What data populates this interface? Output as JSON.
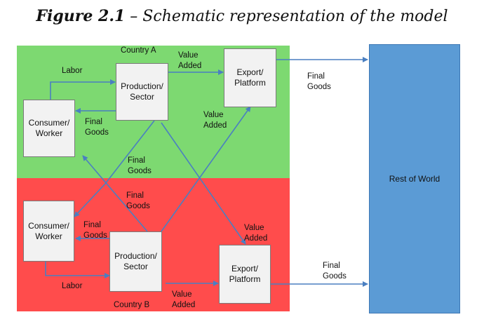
{
  "title": {
    "figure": "Figure 2.1",
    "dash": " – ",
    "caption": "Schematic representation of the model"
  },
  "countries": {
    "a": "Country A",
    "b": "Country B"
  },
  "boxes": {
    "consumer_a": "Consumer/\nWorker",
    "production_a": "Production/\nSector",
    "export_a": "Export/\nPlatform",
    "consumer_b": "Consumer/\nWorker",
    "production_b": "Production/\nSector",
    "export_b": "Export/\nPlatform",
    "rest_of_world": "Rest of World"
  },
  "labels": {
    "labor_a": "Labor",
    "value_added_a_top": "Value\nAdded",
    "final_goods_a_inner": "Final\nGoods",
    "value_added_cross": "Value\nAdded",
    "final_goods_cross_a": "Final\nGoods",
    "final_goods_world_a": "Final\nGoods",
    "final_goods_cross_b": "Final\nGoods",
    "final_goods_b_inner": "Final\nGoods",
    "value_added_cross_b": "Value\nAdded",
    "labor_b": "Labor",
    "value_added_b_bottom": "Value\nAdded",
    "final_goods_world_b": "Final\nGoods"
  },
  "colors": {
    "country_a": "#7dd971",
    "country_b": "#ff4c4c",
    "rest_of_world": "#5b9bd5",
    "arrow": "#4a7fc1"
  }
}
